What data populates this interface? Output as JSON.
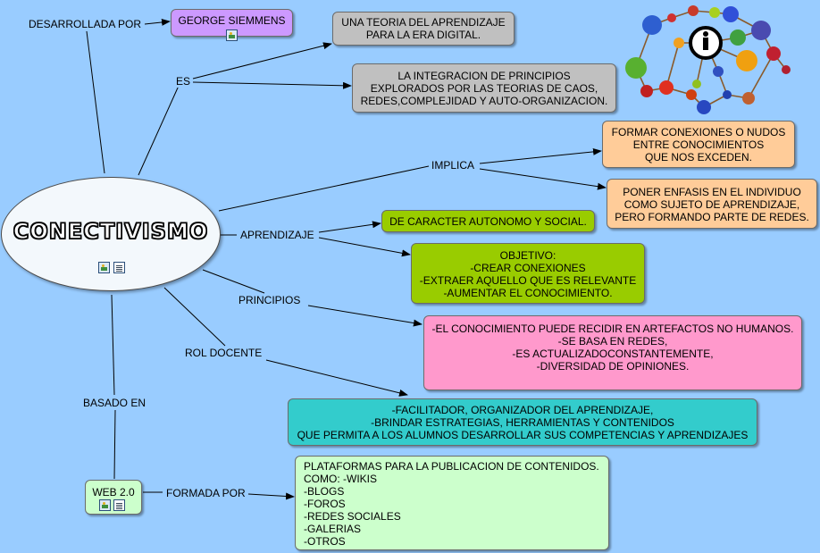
{
  "center": {
    "title": "CONECTIVISMO"
  },
  "labels": {
    "desarrollada_por": "DESARROLLADA POR",
    "es": "ES",
    "implica": "IMPLICA",
    "aprendizaje": "APRENDIZAJE",
    "principios": "PRINCIPIOS",
    "rol_docente": "ROL DOCENTE",
    "basado_en": "BASADO EN",
    "formada_por": "FORMADA POR"
  },
  "nodes": {
    "george": "GEORGE SIEMMENS",
    "teoria": "UNA TEORIA DEL APRENDIZAJE\nPARA LA ERA DIGITAL.",
    "integracion": "LA INTEGRACION DE PRINCIPIOS\nEXPLORADOS POR LAS TEORIAS DE CAOS,\nREDES,COMPLEJIDAD Y AUTO-ORGANIZACION.",
    "formar": "FORMAR CONEXIONES O NUDOS\nENTRE CONOCIMIENTOS\nQUE NOS EXCEDEN.",
    "enfasis": "PONER ENFASIS EN EL INDIVIDUO\nCOMO SUJETO DE APRENDIZAJE,\nPERO FORMANDO PARTE DE REDES.",
    "autonomo": "DE CARACTER AUTONOMO Y SOCIAL.",
    "objetivo": "OBJETIVO:\n-CREAR CONEXIONES\n-EXTRAER AQUELLO QUE ES RELEVANTE\n-AUMENTAR EL CONOCIMIENTO.",
    "principios": "-EL CONOCIMIENTO PUEDE RECIDIR EN ARTEFACTOS NO HUMANOS.\n-SE BASA EN REDES,\n-ES ACTUALIZADOCONSTANTEMENTE,\n-DIVERSIDAD DE OPINIONES.",
    "rol": "-FACILITADOR, ORGANIZADOR DEL APRENDIZAJE,\n-BRINDAR ESTRATEGIAS, HERRAMIENTAS Y CONTENIDOS\nQUE PERMITA A LOS ALUMNOS DESARROLLAR SUS COMPETENCIAS Y APRENDIZAJES",
    "web": "WEB 2.0",
    "plataformas": "PLATAFORMAS PARA LA PUBLICACION DE CONTENIDOS.\nCOMO: -WIKIS\n-BLOGS\n-FOROS\n-REDES SOCIALES\n-GALERIAS\n-OTROS"
  },
  "colors": {
    "background": "#99CCFF",
    "purple": "#CC99FF",
    "gray": "#C0C0C0",
    "orange": "#FFCC99",
    "olive": "#99CC00",
    "pink": "#FF99CC",
    "teal": "#33CCCC",
    "light_green": "#CCFFCC"
  },
  "icons": [
    "image-icon",
    "document-icon",
    "people-network-icon"
  ]
}
